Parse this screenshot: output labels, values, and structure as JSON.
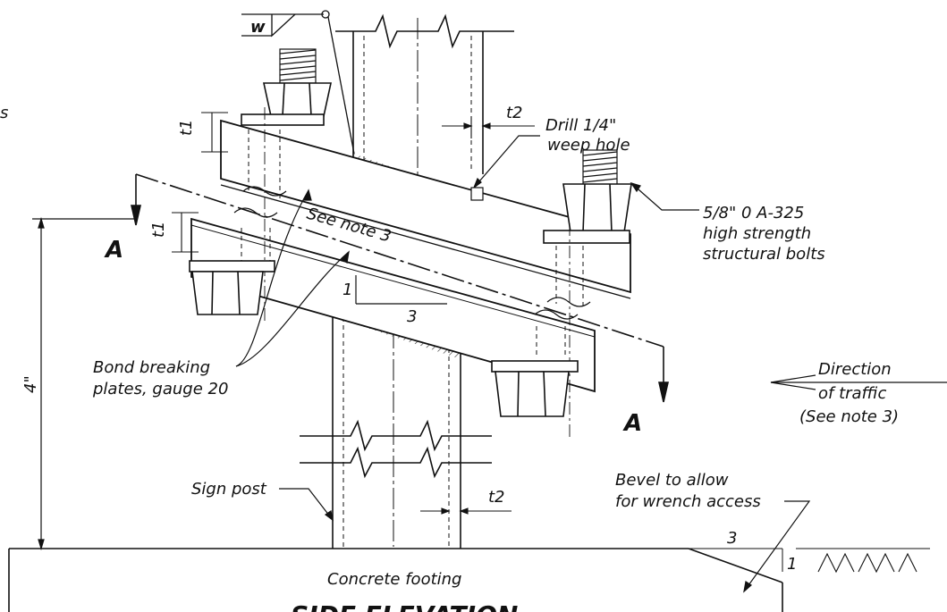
{
  "drawing": {
    "title_partial": "SIDE ELEVATION",
    "labels": {
      "weld_symbol": "w",
      "thickness_top": "t1",
      "thickness_left": "t1",
      "t2_top": "t2",
      "t2_bottom": "t2",
      "drill": "Drill 1/4\"",
      "weep": "weep hole",
      "bolt_line1": "5/8\" 0 A-325",
      "bolt_line2": "high strength",
      "bolt_line3": "structural bolts",
      "see_note": "See note 3",
      "section_a_left": "A",
      "section_a_right": "A",
      "slope_rise": "1",
      "slope_run": "3",
      "bond_line1": "Bond breaking",
      "bond_line2": "plates,  gauge 20",
      "direction_line1": "Direction",
      "direction_line2": "of traffic",
      "direction_line3": "(See note 3)",
      "dim_height": "4\"",
      "sign_post": "Sign post",
      "bevel_line1": "Bevel to allow",
      "bevel_line2": "for wrench access",
      "bevel_run": "3",
      "bevel_rise": "1",
      "footing": "Concrete footing",
      "edge_fragment": "s"
    }
  }
}
